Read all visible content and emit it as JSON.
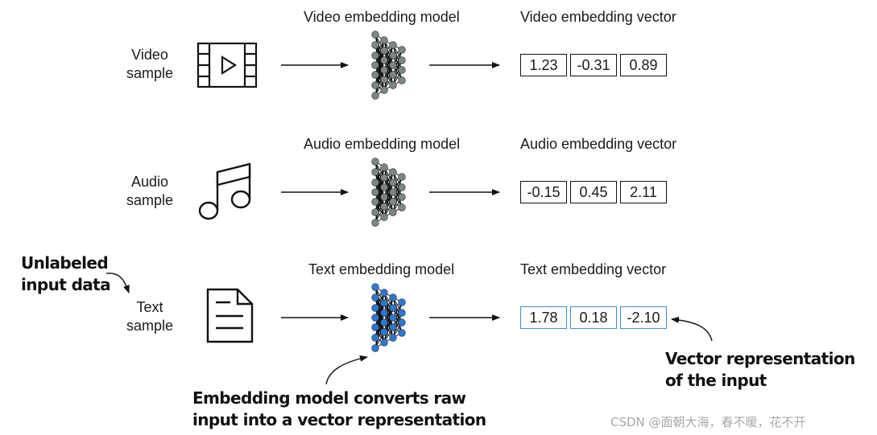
{
  "rows": [
    {
      "sample_label": [
        "Video",
        "sample"
      ],
      "model_label": "Video embedding model",
      "vector_label": "Video embedding vector",
      "vector": [
        "1.23",
        "-0.31",
        "0.89"
      ],
      "icon": "video-film-icon",
      "highlight": false
    },
    {
      "sample_label": [
        "Audio",
        "sample"
      ],
      "model_label": "Audio embedding model",
      "vector_label": "Audio embedding vector",
      "vector": [
        "-0.15",
        "0.45",
        "2.11"
      ],
      "icon": "music-note-icon",
      "highlight": false
    },
    {
      "sample_label": [
        "Text",
        "sample"
      ],
      "model_label": "Text embedding model",
      "vector_label": "Text embedding vector",
      "vector": [
        "1.78",
        "0.18",
        "-2.10"
      ],
      "icon": "document-icon",
      "highlight": true
    }
  ],
  "callouts": {
    "unlabeled": [
      "Unlabeled",
      "input data"
    ],
    "model_converts": [
      "Embedding model converts raw",
      "input into a vector representation"
    ],
    "vector_repr": [
      "Vector representation",
      "of the input"
    ]
  },
  "colors": {
    "gray_node": "#7b8784",
    "blue_node": "#2a78d6",
    "blue_border": "#3a8ee0",
    "line": "#111111"
  },
  "watermark": "CSDN @面朝大海，春不暖，花不开"
}
